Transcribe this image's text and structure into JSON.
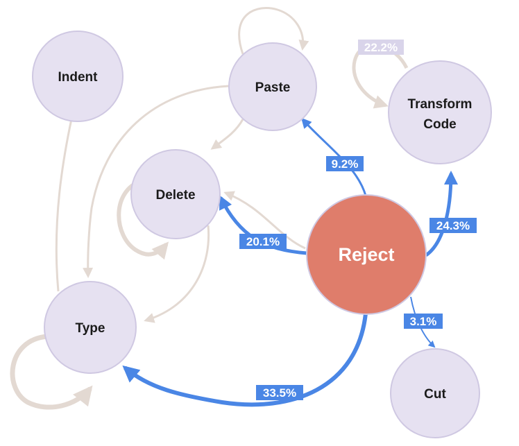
{
  "colors": {
    "node_fill": "#e6e1f1",
    "node_stroke": "#cfc8e2",
    "center_fill": "#df7d6b",
    "center_stroke": "#cfc8e2",
    "edge_gray": "#e3d9d2",
    "edge_blue": "#4a86e5",
    "label_blue": "#4a86e5",
    "label_faded": "#d9d4ea"
  },
  "nodes": {
    "indent": "Indent",
    "paste": "Paste",
    "transform_line1": "Transform",
    "transform_line2": "Code",
    "delete": "Delete",
    "reject": "Reject",
    "type": "Type",
    "cut": "Cut"
  },
  "edges": {
    "reject_to_paste": "9.2%",
    "reject_to_transform": "24.3%",
    "reject_to_delete": "20.1%",
    "reject_to_cut": "3.1%",
    "reject_to_type": "33.5%",
    "transform_self": "22.2%"
  }
}
